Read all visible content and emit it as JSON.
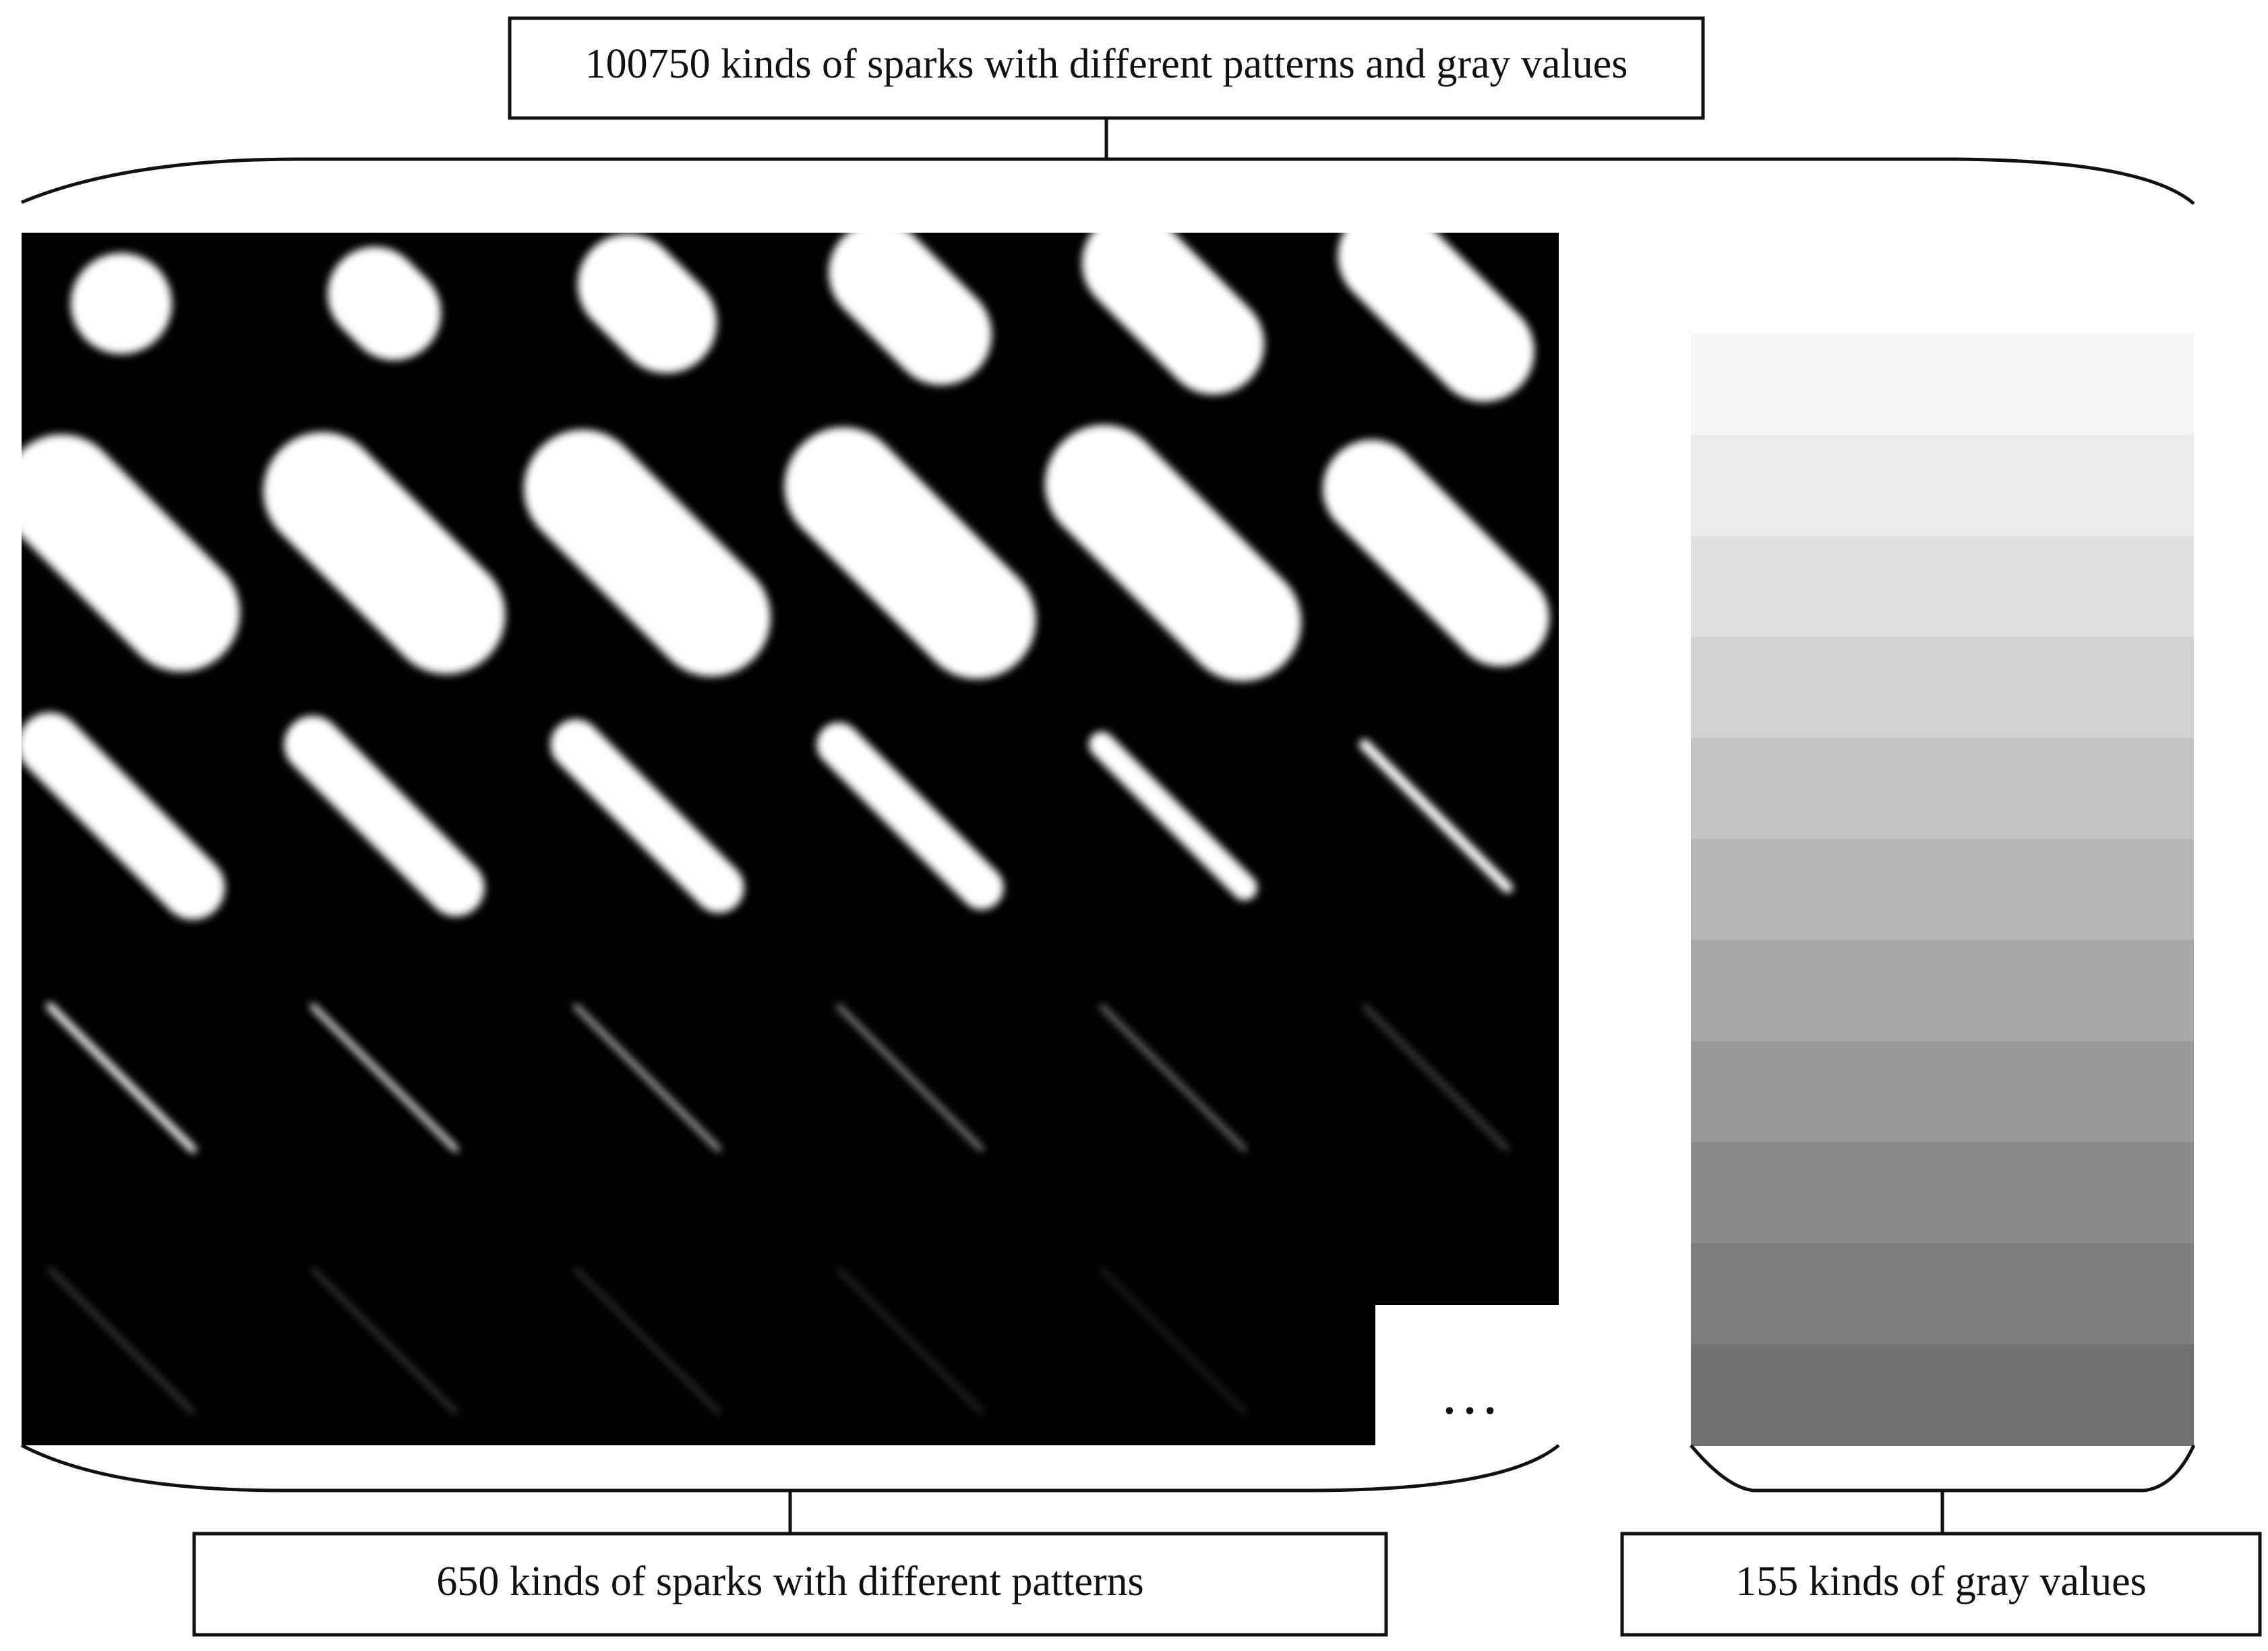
{
  "labels": {
    "top": "100750 kinds of sparks with different patterns and gray values",
    "bottom_left": "650 kinds of sparks with different patterns",
    "bottom_right": "155 kinds of gray values",
    "ellipsis": "…"
  },
  "colors": {
    "background": "#ffffff",
    "spark_panel": "#000000",
    "spark": "#ffffff",
    "stroke": "#111111"
  },
  "spark_grid": {
    "rows": 5,
    "cols": 6,
    "shown_cells": 29
  },
  "gray_strip": {
    "bands": [
      "#ffffff",
      "#f6f6f6",
      "#ebebeb",
      "#dfdfdf",
      "#d2d2d2",
      "#c4c4c4",
      "#b6b6b6",
      "#a8a8a8",
      "#999999",
      "#8b8b8b",
      "#7d7d7d",
      "#717171"
    ]
  }
}
